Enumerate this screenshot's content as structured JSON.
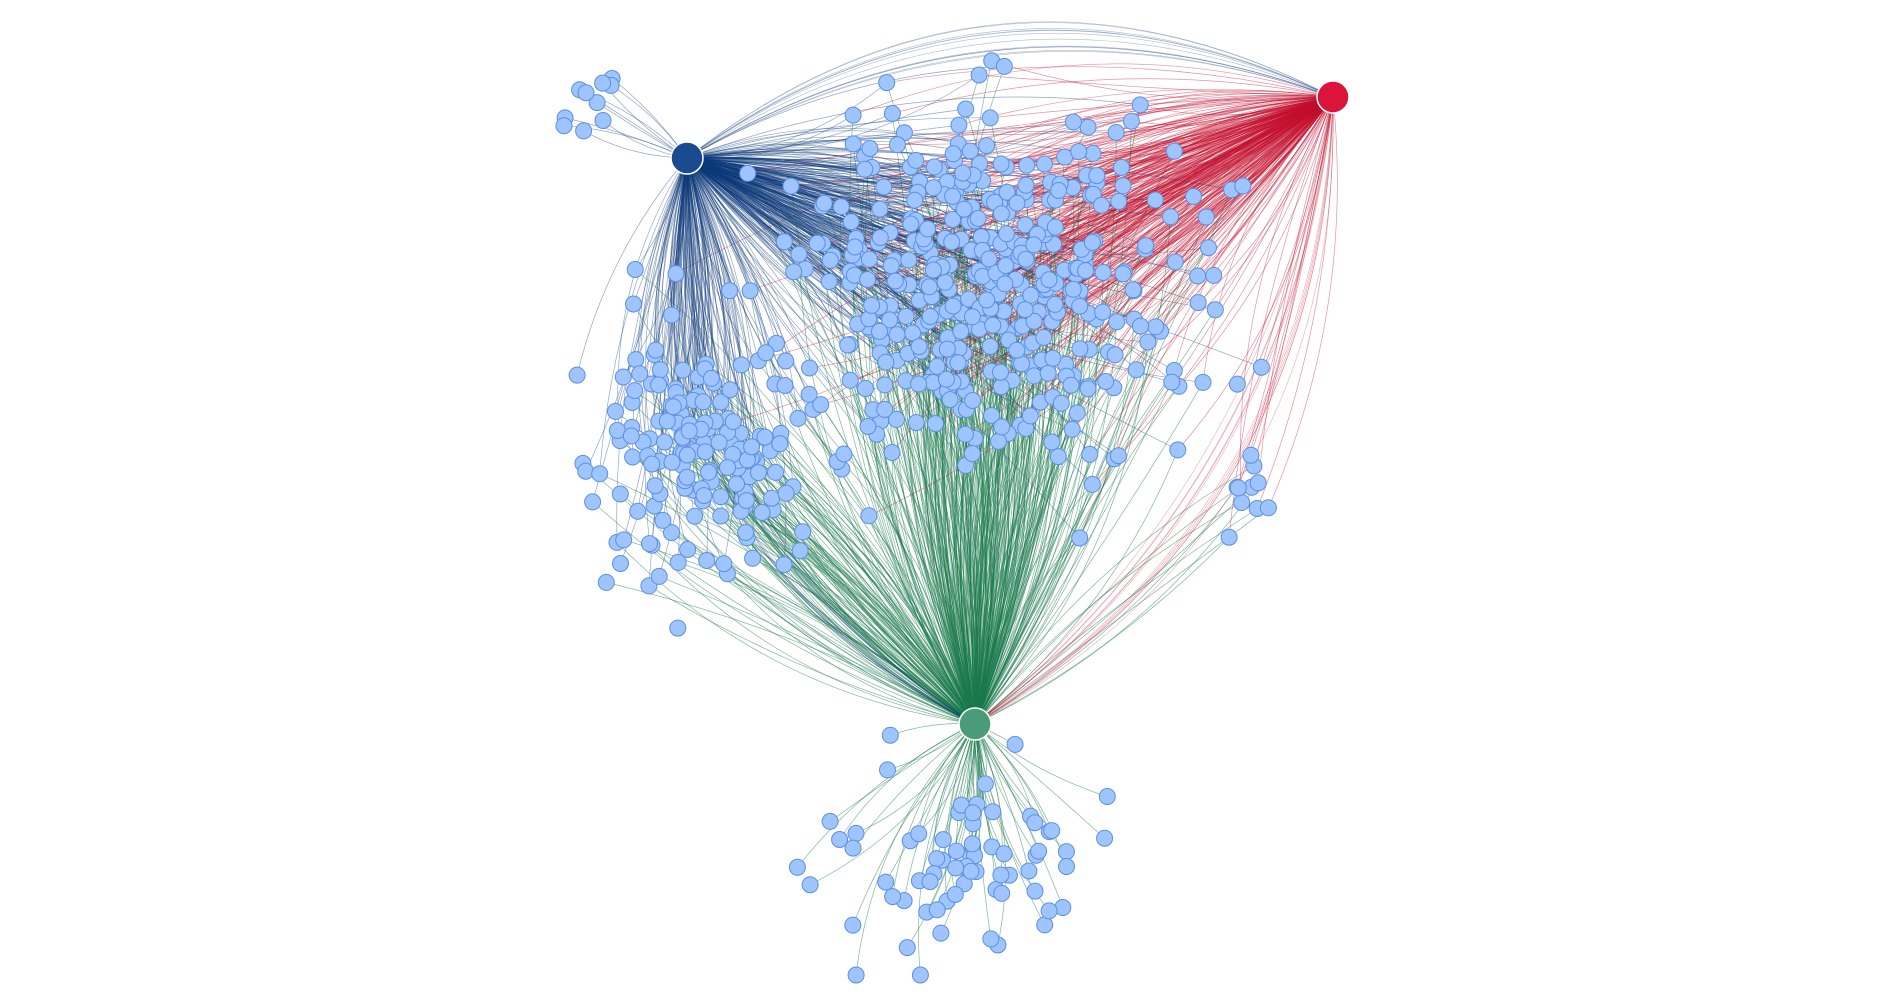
{
  "graph": {
    "hubs": [
      {
        "id": "hub-blue",
        "color": "#1a4a8f",
        "edge_color": "#0e3a7a"
      },
      {
        "id": "hub-red",
        "color": "#dc143c",
        "edge_color": "#c4102e"
      },
      {
        "id": "hub-green",
        "color": "#4a9c78",
        "edge_color": "#1b7a4c"
      }
    ],
    "node_fill": "#9ec5ff",
    "node_stroke": "#5b8fe0",
    "background": "#ffffff"
  }
}
